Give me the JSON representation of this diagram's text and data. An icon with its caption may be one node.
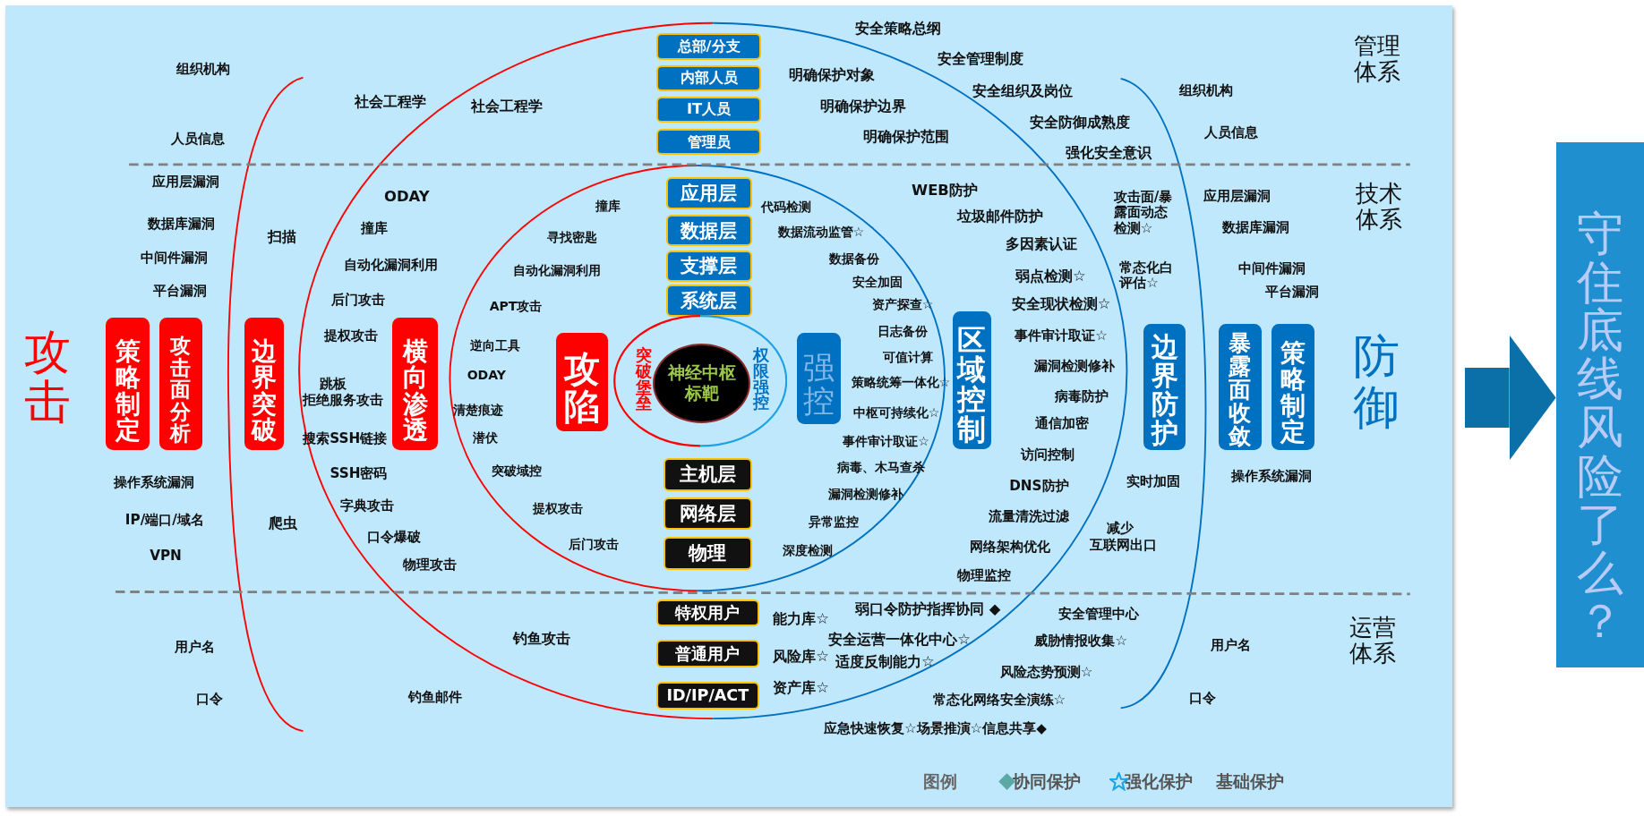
{
  "diagram": {
    "nodes": [
      {
        "text": [
          "策略制定"
        ]
      },
      {
        "text": [
          "攻击面分析"
        ]
      },
      {
        "text": [
          "边界突破"
        ]
      },
      {
        "text": [
          "横向渗透"
        ]
      },
      {
        "text": [
          "总部/分支"
        ]
      },
      {
        "text": [
          "内部人员"
        ]
      },
      {
        "text": [
          "IT人员"
        ]
      },
      {
        "text": [
          "管理员"
        ]
      },
      {
        "text": [
          "应用层"
        ]
      },
      {
        "text": [
          "数据层"
        ]
      },
      {
        "text": [
          "支撑层"
        ]
      },
      {
        "text": [
          "系统层"
        ]
      },
      {
        "text": [
          "攻陷"
        ]
      },
      {
        "text": [
          "突破堡垒",
          "权限强控"
        ]
      },
      {
        "text": [
          "神经中枢标靶"
        ],
        "in": 13
      },
      {
        "text": [
          "强控"
        ]
      },
      {
        "text": [
          "区域控制"
        ]
      },
      {
        "text": [
          "边界防护"
        ]
      },
      {
        "text": [
          "暴露面收敛"
        ]
      },
      {
        "text": [
          "策略制定"
        ]
      },
      {
        "text": [
          "主机层"
        ]
      },
      {
        "text": [
          "网络层"
        ]
      },
      {
        "text": [
          "物理"
        ]
      },
      {
        "text": [
          "特权用户"
        ]
      },
      {
        "text": [
          "普通用户"
        ]
      },
      {
        "text": [
          "ID/IP/ACT"
        ]
      },
      {
        "text": [
          "守住底线风险了么？"
        ]
      }
    ],
    "edges": [
      {
        "from": null,
        "to": 26,
        "arrow": "to"
      }
    ],
    "labels": [
      "管理体系",
      "组织机构",
      "安全策略总纲",
      "安全管理制度",
      "明确保护对象",
      "安全组织及岗位",
      "组织机构",
      "社会工程学",
      "社会工程学",
      "明确保护边界",
      "安全防御成熟度",
      "人员信息",
      "人员信息",
      "明确保护范围",
      "强化安全意识",
      "应用层漏洞",
      "技术体系",
      "WEB防护",
      "应用层漏洞",
      "ODAY",
      "撞库",
      "代码检测",
      "攻击面/暴露面动态检测☆",
      "垃圾邮件防护",
      "数据库漏洞",
      "数据库漏洞",
      "撞库",
      "数据流动监管☆",
      "扫描",
      "寻找密匙",
      "多因素认证",
      "中间件漏洞",
      "数据备份",
      "自动化漏洞利用",
      "自动化漏洞利用",
      "中间件漏洞",
      "常态化白评估☆",
      "弱点检测☆",
      "安全加固",
      "平台漏洞",
      "平台漏洞",
      "后门攻击",
      "资产探查☆",
      "安全现状检测☆",
      "APT攻击",
      "日志备份",
      "提权攻击",
      "事件审计取证☆",
      "逆向工具",
      "可值计算",
      "漏洞检测修补",
      "攻击",
      "防御",
      "ODAY",
      "策略统筹一体化☆",
      "跳板",
      "拒绝服务攻击",
      "病毒防护",
      "清楚痕迹",
      "中枢可持续化☆",
      "通信加密",
      "搜索SSH链接",
      "潜伏",
      "事件审计取证☆",
      "访问控制",
      "病毒、木马查杀",
      "突破域控",
      "SSH密码",
      "操作系统漏洞",
      "实时加固",
      "操作系统漏洞",
      "DNS防护",
      "漏洞检测修补",
      "字典攻击",
      "提权攻击",
      "流量清洗过滤",
      "IP/端口/域名",
      "异常监控",
      "爬虫",
      "减少",
      "互联网出口",
      "口令爆破",
      "后门攻击",
      "网络架构优化",
      "深度检测",
      "VPN",
      "物理攻击",
      "物理监控",
      "弱口令防护指挥协同 ◆",
      "安全管理中心",
      "能力库☆",
      "钓鱼攻击",
      "安全运营一体化中心☆",
      "运营体系",
      "威胁情报收集☆",
      "用户名",
      "用户名",
      "风险库☆",
      "适度反制能力☆",
      "风险态势预测☆",
      "资产库☆",
      "钓鱼邮件",
      "口令",
      "口令",
      "常态化网络安全演练☆",
      "应急快速恢复☆场景推演☆信息共享◆",
      "图例"
    ],
    "legend": [
      {
        "text": "协同保护"
      },
      {
        "text": "强化保护"
      },
      {
        "text": "基础保护"
      }
    ]
  }
}
